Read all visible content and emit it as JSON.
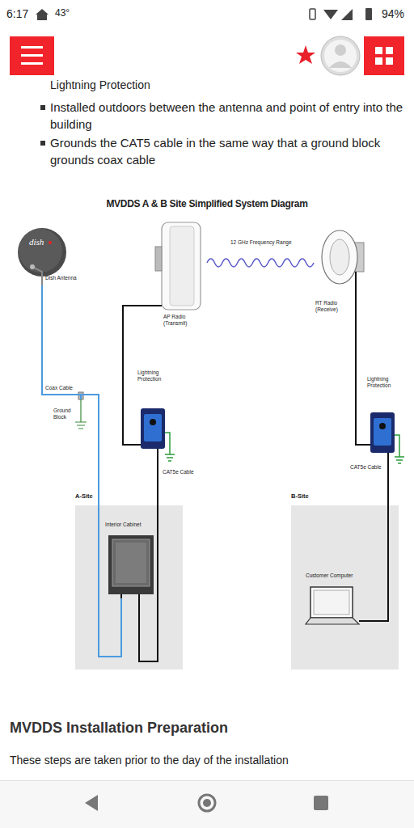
{
  "diagram": {
    "title": "MVDDS A & B Site Simplified System Diagram",
    "nodes": [
      {
        "text": [
          "Dish Antenna"
        ]
      },
      {
        "text": [
          "AP Radio (Transmit)"
        ]
      },
      {
        "text": [
          "RT Radio (Receive)"
        ]
      },
      {
        "text": [
          "Ground Block"
        ]
      },
      {
        "text": [
          "Lightning Protection"
        ]
      },
      {
        "text": [
          "Lightning Protection"
        ]
      },
      {
        "text": [
          "A-Site"
        ]
      },
      {
        "text": [
          "Interior Cabinet"
        ],
        "in": 6
      },
      {
        "text": [
          "B-Site"
        ]
      },
      {
        "text": [
          "Customer Computer"
        ],
        "in": 8
      }
    ],
    "edges": [
      {
        "from": 0,
        "to": 3,
        "arrow": "none",
        "label": "Coax Cable"
      },
      {
        "from": 3,
        "to": 7,
        "arrow": "none"
      },
      {
        "from": 1,
        "to": 4,
        "arrow": "none"
      },
      {
        "from": 4,
        "to": 7,
        "arrow": "none",
        "label": "CAT5e Cable"
      },
      {
        "from": 1,
        "to": 2,
        "arrow": "none",
        "label": "12 GHz Frequency Range"
      },
      {
        "from": 2,
        "to": 5,
        "arrow": "none"
      },
      {
        "from": 5,
        "to": 9,
        "arrow": "none",
        "label": "CAT5e Cable"
      }
    ],
    "labels": [
      "6:17",
      "43°",
      "94%",
      "Lightning Protection",
      "Installed outdoors between the antenna and point of entry into the building",
      "Grounds the CAT5 cable in the same way that a ground block grounds coax cable",
      "dish",
      "MVDDS Installation Preparation",
      "These steps are taken prior to the day of the installation"
    ]
  }
}
